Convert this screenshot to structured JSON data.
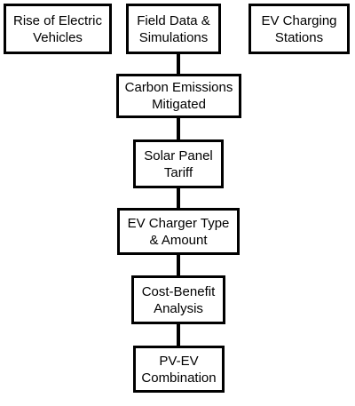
{
  "diagram": {
    "top_row": {
      "rise_of_ev": "Rise of Electric\nVehicles",
      "field_data": "Field Data &\nSimulations",
      "ev_charging_stations": "EV Charging\nStations"
    },
    "chain": {
      "carbon_emissions": "Carbon Emissions\nMitigated",
      "solar_tariff": "Solar Panel\nTariff",
      "charger_type": "EV Charger Type\n& Amount",
      "cost_benefit": "Cost-Benefit\nAnalysis",
      "pv_ev": "PV-EV\nCombination"
    },
    "colors": {
      "border": "#000000",
      "background": "#ffffff",
      "text": "#000000"
    }
  }
}
